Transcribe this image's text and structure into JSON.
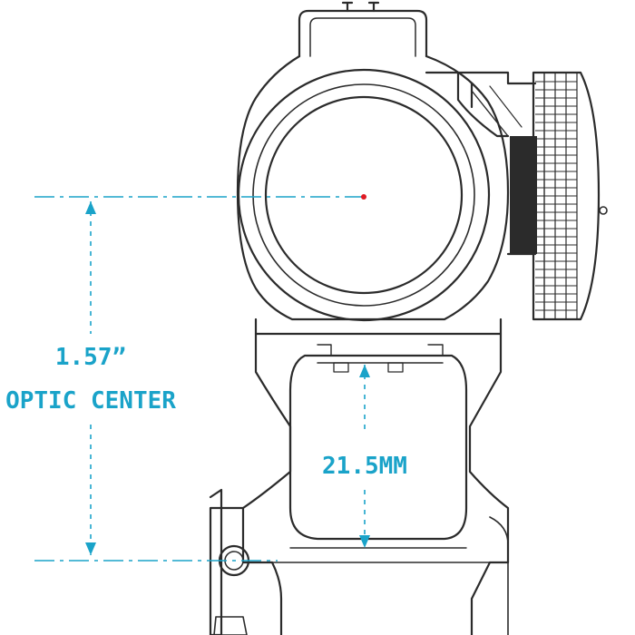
{
  "colors": {
    "outline": "#2b2b2b",
    "dimension": "#1aa3c9",
    "reticle": "#e01b24",
    "background": "#ffffff"
  },
  "annotations": {
    "height_value": "1.57”",
    "height_label": "OPTIC CENTER",
    "gap_value": "21.5MM"
  },
  "icons": [
    "reticle-dot",
    "dimension-arrow",
    "screw-head-icon"
  ]
}
